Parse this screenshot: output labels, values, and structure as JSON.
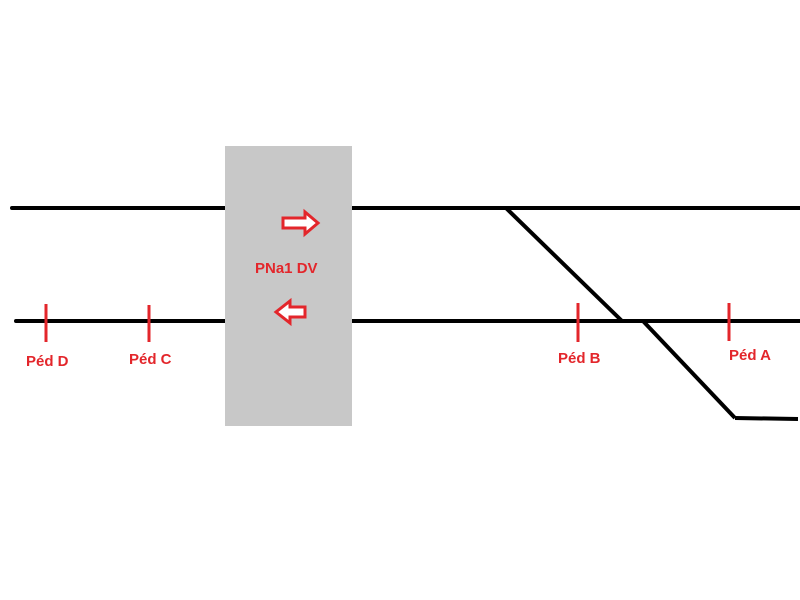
{
  "diagram": {
    "crossing": {
      "label": "PNa1 DV",
      "fill": "#c8c8c8"
    },
    "track_color": "#000000",
    "marker_color": "#e3262b",
    "arrows": [
      {
        "direction": "right",
        "name": "arrow-right-icon"
      },
      {
        "direction": "left",
        "name": "arrow-left-icon"
      }
    ],
    "pedals": [
      {
        "label": "Péd D"
      },
      {
        "label": "Péd C"
      },
      {
        "label": "Péd B"
      },
      {
        "label": "Péd A"
      }
    ]
  }
}
